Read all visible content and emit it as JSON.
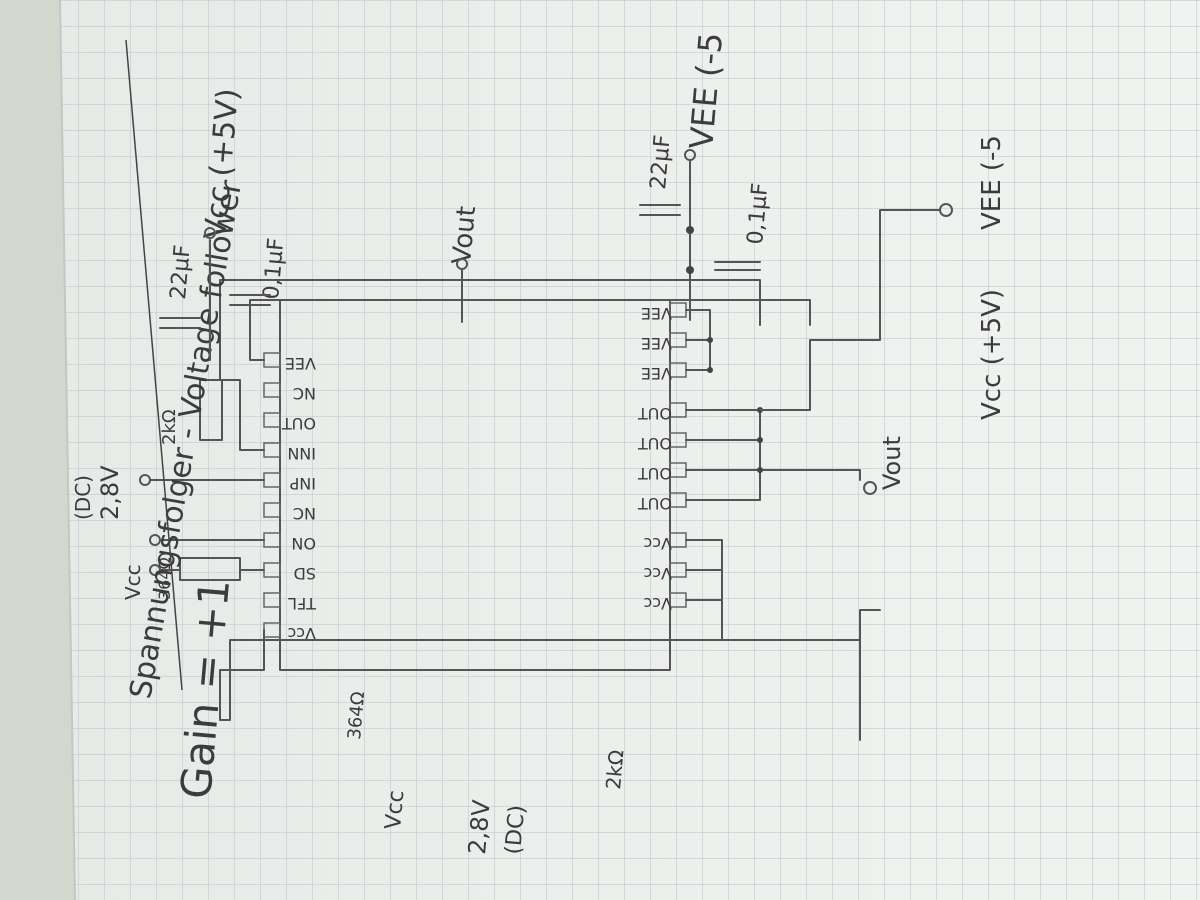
{
  "title": "Spannungsfolger - Voltage follower",
  "gain": "Gain = +1",
  "supply": {
    "vcc_label": "Vcc (+5V)",
    "vee_label": "VEE (-5",
    "cap_22": "22µF",
    "cap_01": "0,1µF",
    "cap_22_neg": "22µF",
    "cap_01_neg": "0,1µF"
  },
  "output_label": "Vout",
  "left_pins": [
    {
      "label": "Vcc"
    },
    {
      "label": "TFL"
    },
    {
      "label": "SD"
    },
    {
      "label": "ON"
    },
    {
      "label": "NC"
    },
    {
      "label": "INP"
    },
    {
      "label": "INN"
    },
    {
      "label": "OUT"
    },
    {
      "label": "NC"
    },
    {
      "label": "VEE"
    }
  ],
  "right_pins": [
    {
      "label": "Vcc"
    },
    {
      "label": "Vcc"
    },
    {
      "label": "Vcc"
    },
    {
      "label": "OUT"
    },
    {
      "label": "OUT"
    },
    {
      "label": "OUT"
    },
    {
      "label": "OUT"
    },
    {
      "label": "VEE"
    },
    {
      "label": "VEE"
    },
    {
      "label": "VEE"
    }
  ],
  "resistor_sd": "364Ω",
  "resistor_fb": "2kΩ",
  "vcc_input": "Vcc",
  "input_voltage": "2,8V",
  "input_type": "(DC)"
}
